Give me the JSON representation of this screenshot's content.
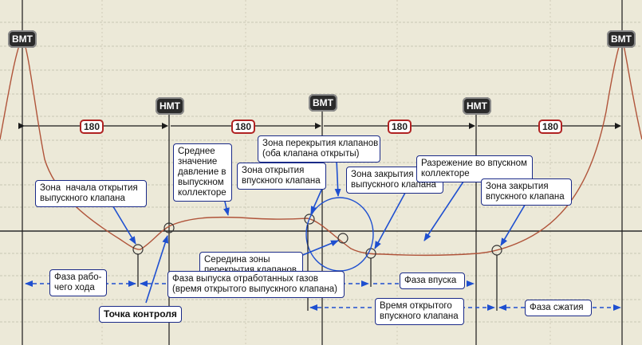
{
  "markers": {
    "vmt": "ВМТ",
    "nmt": "НМТ"
  },
  "degrees": [
    "180",
    "180",
    "180",
    "180"
  ],
  "labels": {
    "exhaust_open_start": "Зона  начала открытия\nвыпускного клапана",
    "avg_pressure": "Среднее\nзначение\nдавление в\nвыпускном\nколлекторе",
    "overlap_zone": "Зона перекрытия клапанов\n(оба клапана открыты)",
    "intake_open_zone": "Зона открытия\nвпускного клапана",
    "exhaust_close_zone": "Зона закрытия\nвыпускного клапана",
    "intake_vacuum": "Разрежение во впускном\nколлекторе",
    "intake_close_zone": "Зона закрытия\nвпускного клапана",
    "overlap_middle": "Середина зоны\nперекрытия клапанов",
    "power_stroke": "Фаза рабо-\nчего хода",
    "exhaust_phase": "Фаза выпуска отработанных газов\n(время открытого выпускного клапана)",
    "intake_phase": "Фаза впуска",
    "intake_open_time": "Время открытого\nвпускного клапана",
    "compression_phase": "Фаза сжатия",
    "control_point": "Точка контроля"
  },
  "colors": {
    "background": "#ece9d8",
    "curve": "#b0543a",
    "arrows": "#1e4fd0",
    "box_border": "#1a2a88",
    "degree_border": "#b02222"
  }
}
